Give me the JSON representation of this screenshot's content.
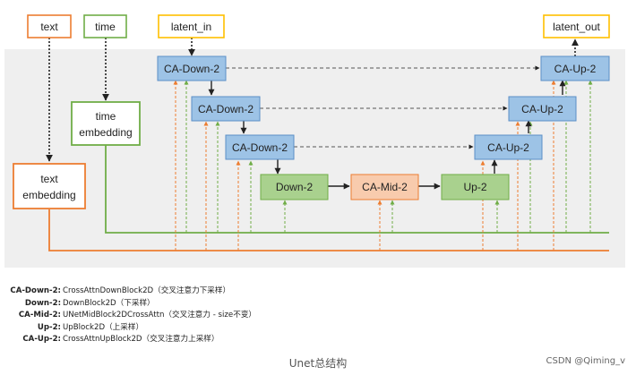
{
  "nodes": {
    "text": "text",
    "time": "time",
    "latent_in": "latent_in",
    "latent_out": "latent_out",
    "time_embedding": [
      "time",
      "embedding"
    ],
    "text_embedding": [
      "text",
      "embedding"
    ],
    "ca_down_1": "CA-Down-2",
    "ca_down_2": "CA-Down-2",
    "ca_down_3": "CA-Down-2",
    "down": "Down-2",
    "ca_mid": "CA-Mid-2",
    "up": "Up-2",
    "ca_up_3": "CA-Up-2",
    "ca_up_2": "CA-Up-2",
    "ca_up_1": "CA-Up-2"
  },
  "colors": {
    "blue_fill": "#9dc3e6",
    "blue_stroke": "#5b8fc7",
    "green_fill": "#a9d18e",
    "green_stroke": "#70ad47",
    "orange_fill": "#f8cbad",
    "orange_stroke": "#ed7d31",
    "yellow_stroke": "#ffc000",
    "background_panel": "#efefef"
  },
  "legend": [
    {
      "key": "CA-Down-2:",
      "value": "CrossAttnDownBlock2D（交叉注意力下采样）"
    },
    {
      "key": "Down-2:",
      "value": "DownBlock2D（下采样）"
    },
    {
      "key": "CA-Mid-2:",
      "value": "UNetMidBlock2DCrossAttn（交叉注意力 - size不变）"
    },
    {
      "key": "Up-2:",
      "value": "UpBlock2D（上采样）"
    },
    {
      "key": "CA-Up-2:",
      "value": "CrossAttnUpBlock2D（交叉注意力上采样）"
    }
  ],
  "caption": "Unet总结构",
  "watermark": "CSDN @Qiming_v"
}
